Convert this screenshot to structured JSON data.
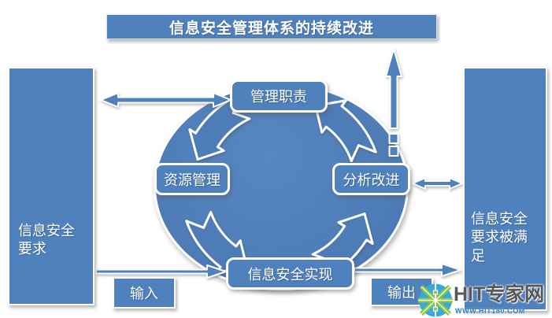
{
  "title_banner": {
    "label": "信息安全管理体系的持续改进"
  },
  "left_panel": {
    "label": "信息安全\n要求"
  },
  "right_panel": {
    "label": "信息安全\n要求被满\n足"
  },
  "cycle": {
    "nodes": {
      "top": {
        "label": "管理职责"
      },
      "left": {
        "label": "资源管理"
      },
      "right": {
        "label": "分析改进"
      },
      "bottom": {
        "label": "信息安全实现"
      }
    }
  },
  "io": {
    "input_label": "输入",
    "output_label": "输出"
  },
  "logo": {
    "brand": "HIT专家网",
    "website": "WWW.HIT180.COM"
  },
  "icons": {
    "left_double_arrow": "double-headed-horizontal-arrow",
    "right_double_arrow": "double-headed-horizontal-arrow",
    "up_arrow": "dashed-up-arrow",
    "input_arrow": "right-arrow",
    "output_arrow": "right-arrow",
    "cycle_arrows": "curved-cycle-arrow",
    "logo_mark": "asterisk-wheel-logo"
  },
  "colors": {
    "primary_blue": "#4f81bd",
    "circle_blue": "#4d7cb6",
    "logo_blue": "#36a9e1",
    "logo_green": "#8dc63f",
    "brand_gray": "#58595b",
    "website_blue": "#2c7bbf"
  }
}
